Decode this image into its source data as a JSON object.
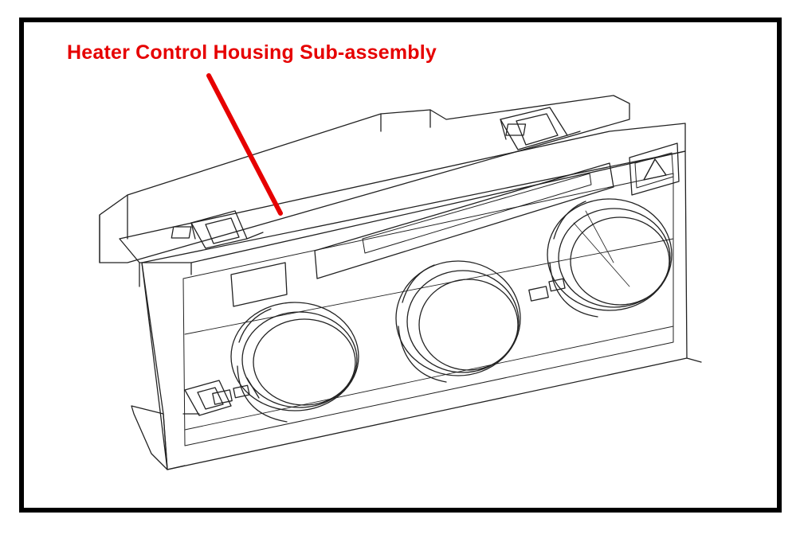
{
  "diagram": {
    "callout": {
      "label": "Heater Control Housing Sub-assembly",
      "color": "#e60000"
    },
    "colors": {
      "frame": "#000000",
      "line_art": "#222222",
      "background": "#ffffff"
    },
    "parts": {
      "knob_count": 3,
      "clip_count": 3,
      "button_icon": "triangle-button-icon"
    }
  }
}
